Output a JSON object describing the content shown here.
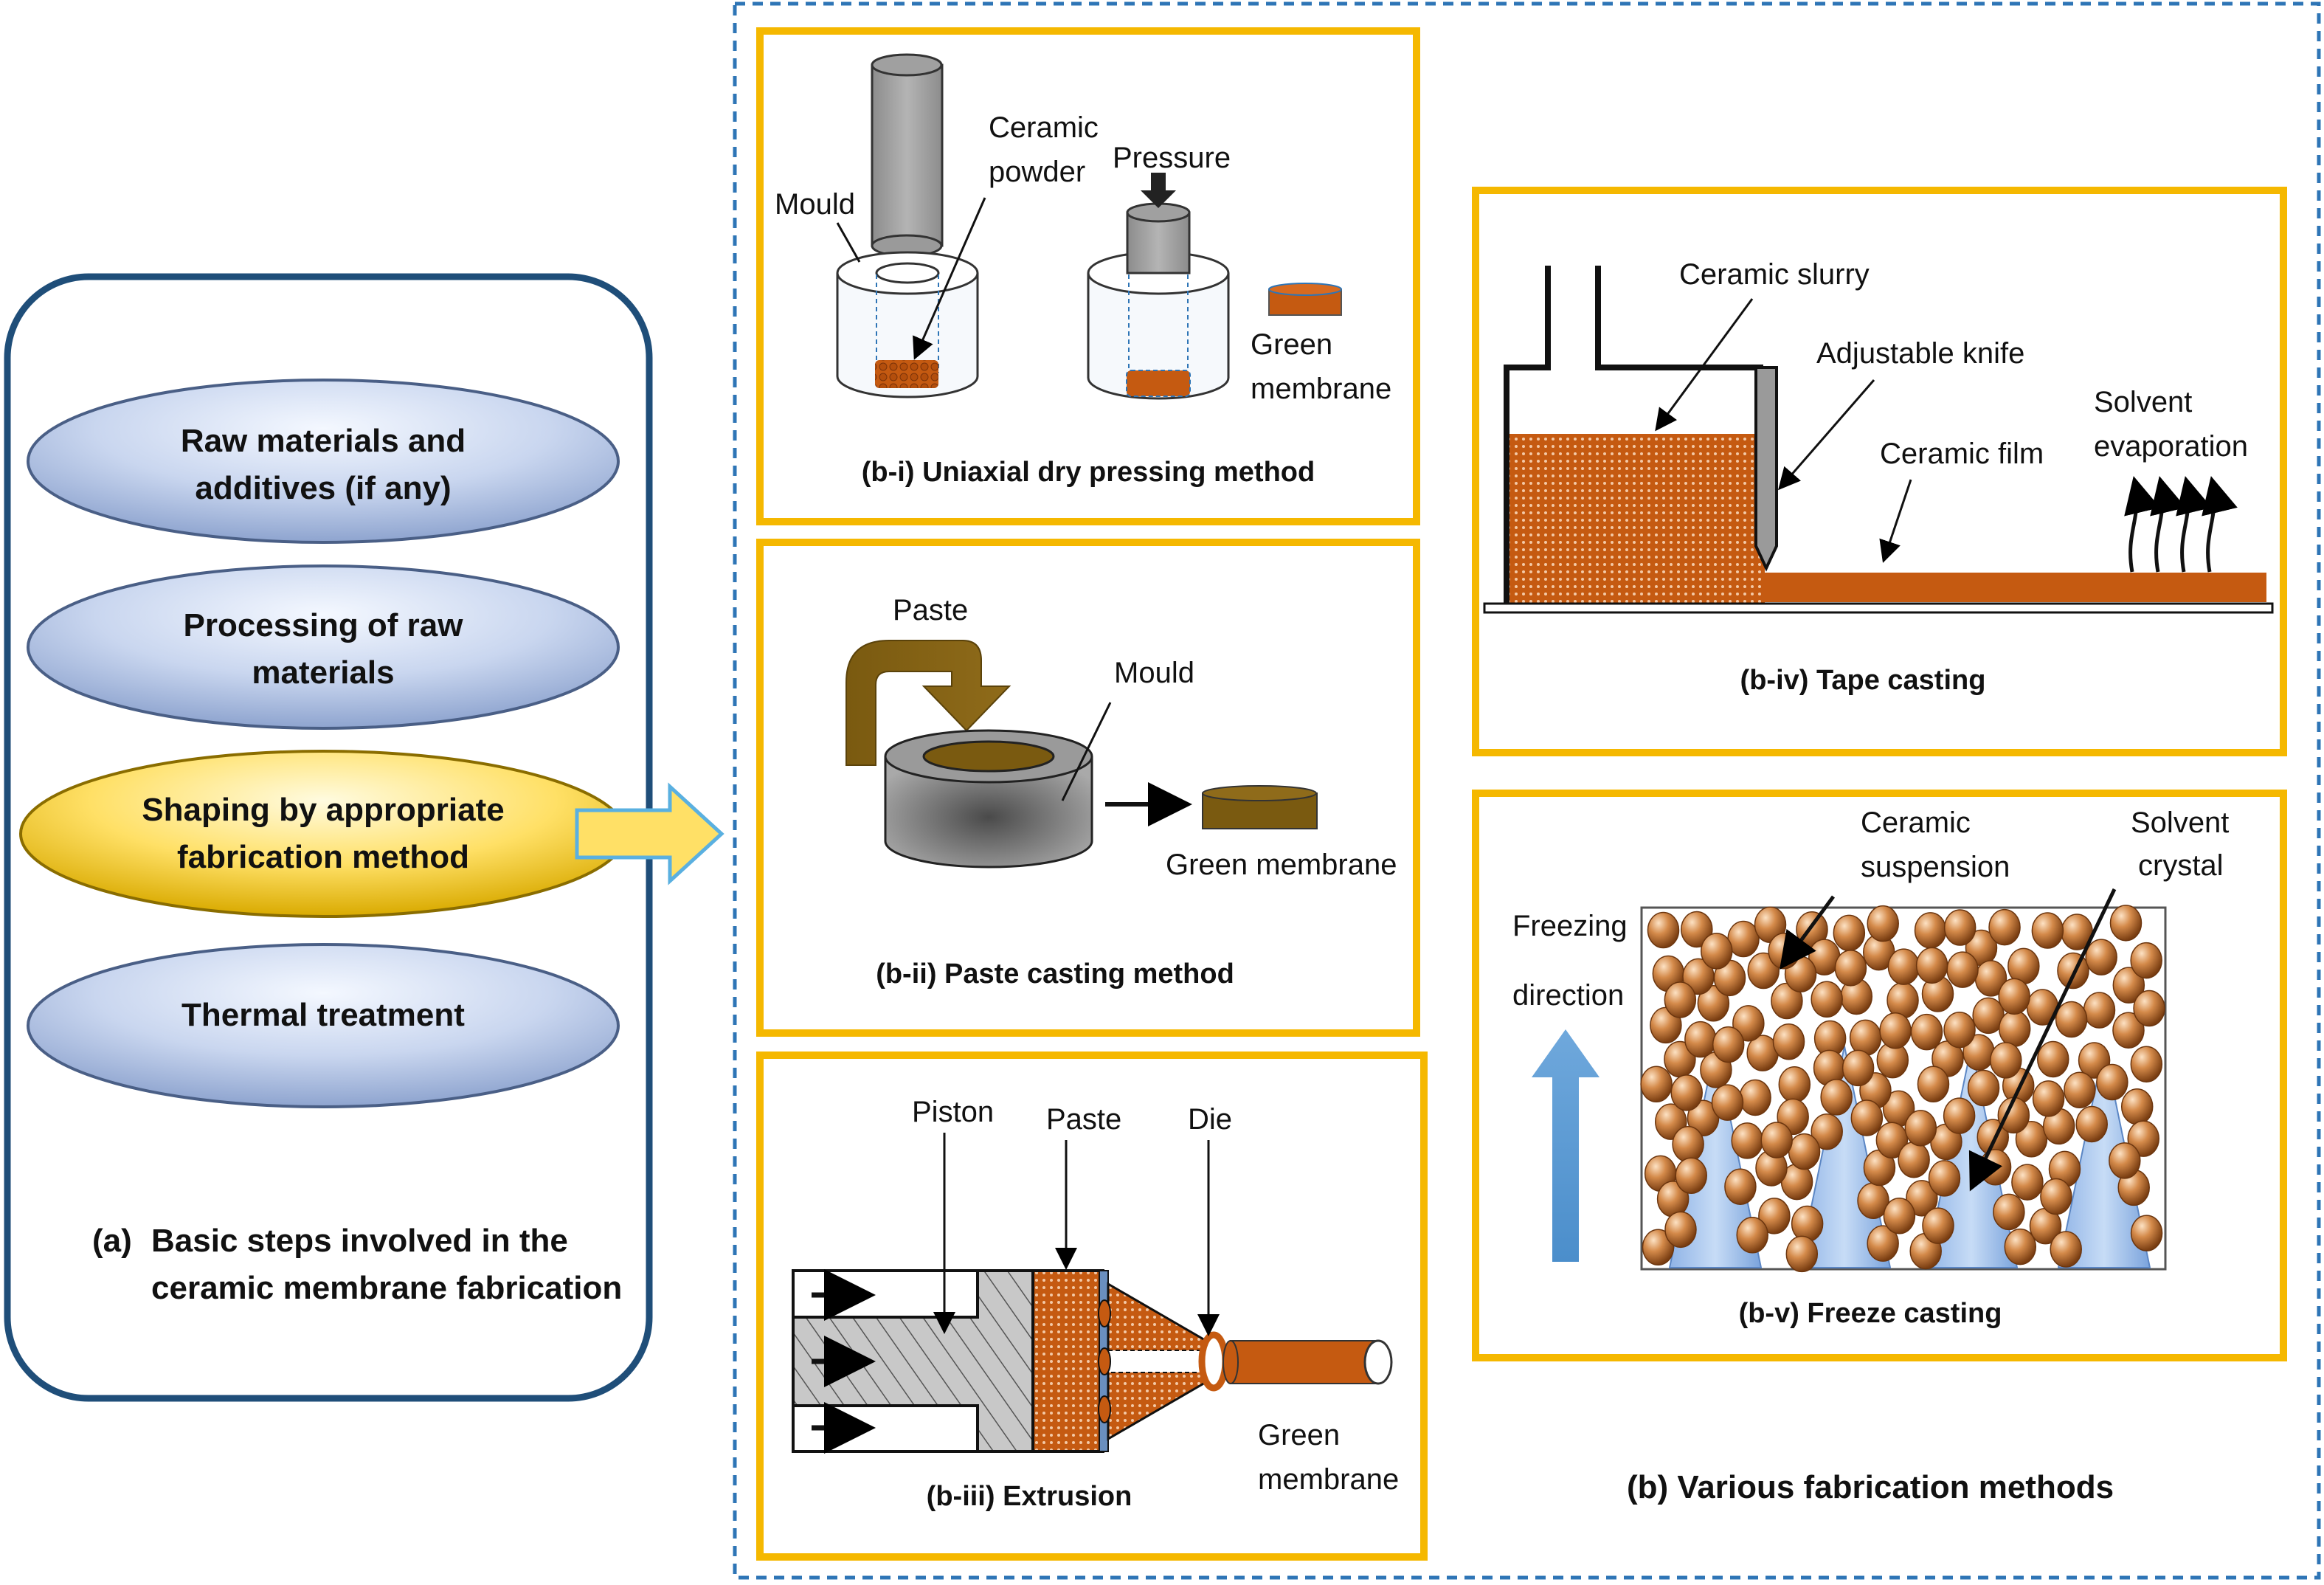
{
  "panel_a": {
    "steps": [
      {
        "line1": "Raw materials and",
        "line2": "additives (if any)"
      },
      {
        "line1": "Processing of raw",
        "line2": "materials"
      },
      {
        "line1": "Shaping by appropriate",
        "line2": "fabrication method"
      },
      {
        "line1": "Thermal treatment",
        "line2": ""
      }
    ],
    "caption_label": "(a)",
    "caption_line1": "Basic steps involved in the",
    "caption_line2": "ceramic membrane fabrication"
  },
  "panel_b": {
    "caption": "(b) Various fabrication methods",
    "b1": {
      "title": "(b-i) Uniaxial dry pressing method",
      "mould": "Mould",
      "ceramic_line1": "Ceramic",
      "ceramic_line2": "powder",
      "pressure": "Pressure",
      "green_line1": "Green",
      "green_line2": "membrane"
    },
    "b2": {
      "title": "(b-ii) Paste casting method",
      "paste": "Paste",
      "mould": "Mould",
      "green": "Green membrane"
    },
    "b3": {
      "title": "(b-iii) Extrusion",
      "piston": "Piston",
      "paste": "Paste",
      "die": "Die",
      "green_line1": "Green",
      "green_line2": "membrane"
    },
    "b4": {
      "title": "(b-iv) Tape casting",
      "slurry": "Ceramic slurry",
      "knife": "Adjustable knife",
      "film": "Ceramic film",
      "solvent_line1": "Solvent",
      "solvent_line2": "evaporation"
    },
    "b5": {
      "title": "(b-v) Freeze casting",
      "suspension_line1": "Ceramic",
      "suspension_line2": "suspension",
      "crystal_line1": "Solvent",
      "crystal_line2": "crystal",
      "freezing_line1": "Freezing",
      "freezing_line2": "direction"
    }
  },
  "colors": {
    "accent_border": "#f5b800",
    "panel_a_border": "#1f4e79",
    "ceramic": "#c55a11",
    "dashed_border": "#2e75b6",
    "highlight_ellipse": "#ffe066",
    "step_ellipse": "#c9d6ef"
  }
}
